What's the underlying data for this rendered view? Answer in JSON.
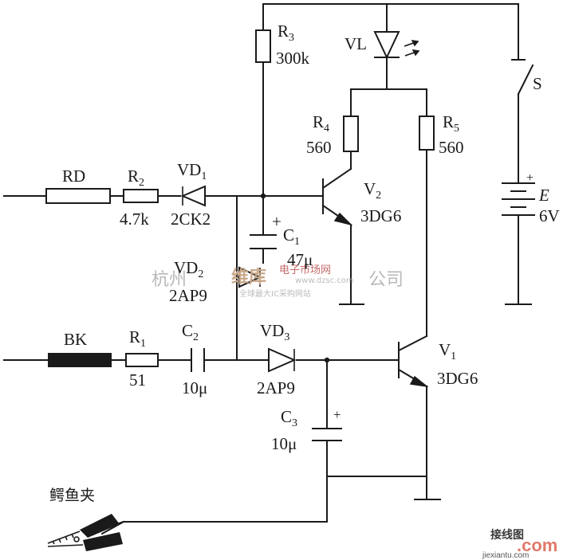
{
  "components": {
    "RD": {
      "name": "RD"
    },
    "BK": {
      "name": "BK"
    },
    "R1": {
      "name": "R",
      "sub": "1",
      "value": "51"
    },
    "R2": {
      "name": "R",
      "sub": "2",
      "value": "4.7k"
    },
    "R3": {
      "name": "R",
      "sub": "3",
      "value": "300k"
    },
    "R4": {
      "name": "R",
      "sub": "4",
      "value": "560"
    },
    "R5": {
      "name": "R",
      "sub": "5",
      "value": "560"
    },
    "C1": {
      "name": "C",
      "sub": "1",
      "value": "47μ"
    },
    "C2": {
      "name": "C",
      "sub": "2",
      "value": "10μ"
    },
    "C3": {
      "name": "C",
      "sub": "3",
      "value": "10μ"
    },
    "VD1": {
      "name": "VD",
      "sub": "1",
      "value": "2CK2"
    },
    "VD2": {
      "name": "VD",
      "sub": "2",
      "value": "2AP9"
    },
    "VD3": {
      "name": "VD",
      "sub": "3",
      "value": "2AP9"
    },
    "V1": {
      "name": "V",
      "sub": "1",
      "value": "3DG6"
    },
    "V2": {
      "name": "V",
      "sub": "2",
      "value": "3DG6"
    },
    "VL": {
      "name": "VL"
    },
    "S": {
      "name": "S"
    },
    "E": {
      "name": "E",
      "value": "6V"
    },
    "clip": {
      "label": "鳄鱼夹"
    }
  },
  "polarity_mark": "+",
  "watermarks": {
    "left": "杭州",
    "right": "公司",
    "center": "维库",
    "center_sub": "电子市场网",
    "url": "www.dzsc.com",
    "tagline": "全球最大IC采购网站",
    "corner_cn": "接线图",
    "corner_url": "jiexiantu.com",
    "corner_big": ".com"
  }
}
